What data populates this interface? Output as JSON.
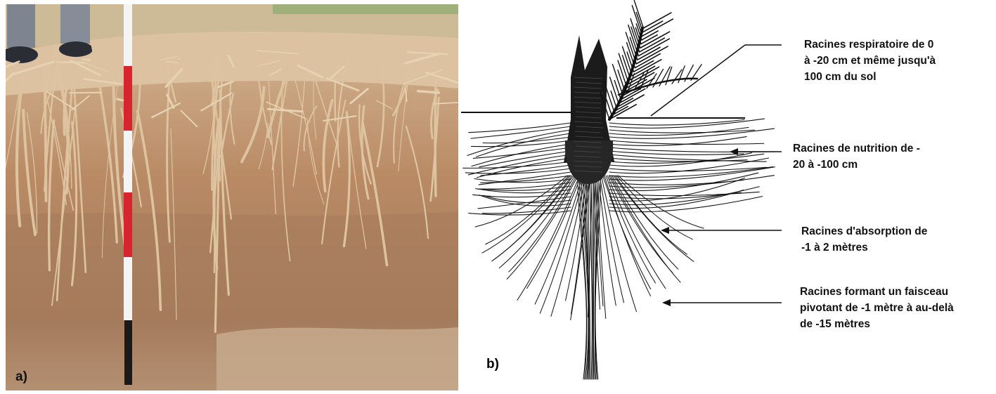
{
  "panel_a": {
    "label": "a)",
    "colors": {
      "soil_top": "#d9c6a8",
      "soil_mid": "#b98a64",
      "soil_low": "#a47a5c",
      "root": "#ddc3a0",
      "pole_red": "#d6252f",
      "pole_white": "#f4f4f4",
      "pole_black": "#1a1a1a"
    }
  },
  "panel_b": {
    "label": "b)",
    "annotations": [
      {
        "id": "respiratoire",
        "lines": [
          "Racines respiratoire de 0",
          "à -20 cm et même jusqu'à",
          "100 cm du sol"
        ]
      },
      {
        "id": "nutrition",
        "lines": [
          "Racines de nutrition de -",
          "20 à -100 cm"
        ]
      },
      {
        "id": "absorption",
        "lines": [
          "Racines d'absorption de",
          "-1 à 2 mètres"
        ]
      },
      {
        "id": "faisceau",
        "lines": [
          "Racines formant un faisceau",
          "pivotant de -1 mètre à au-delà",
          "de -15 mètres"
        ]
      }
    ],
    "colors": {
      "ink": "#111111",
      "background": "#ffffff"
    }
  }
}
